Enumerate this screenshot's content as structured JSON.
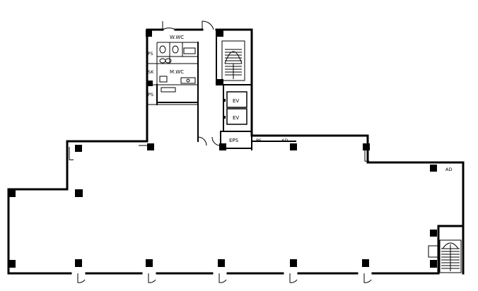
{
  "rooms": {
    "women_wc": "W.WC",
    "men_wc": "M.WC",
    "slop_sink": "SK",
    "pipe_shaft_top": "PS",
    "pipe_shaft_mid": "PS",
    "elevator_upper": "EV",
    "elevator_lower": "EV",
    "eps": "EPS",
    "pipe_shaft_core": "PS",
    "air_duct_core": "AD",
    "air_duct_right": "AD"
  }
}
